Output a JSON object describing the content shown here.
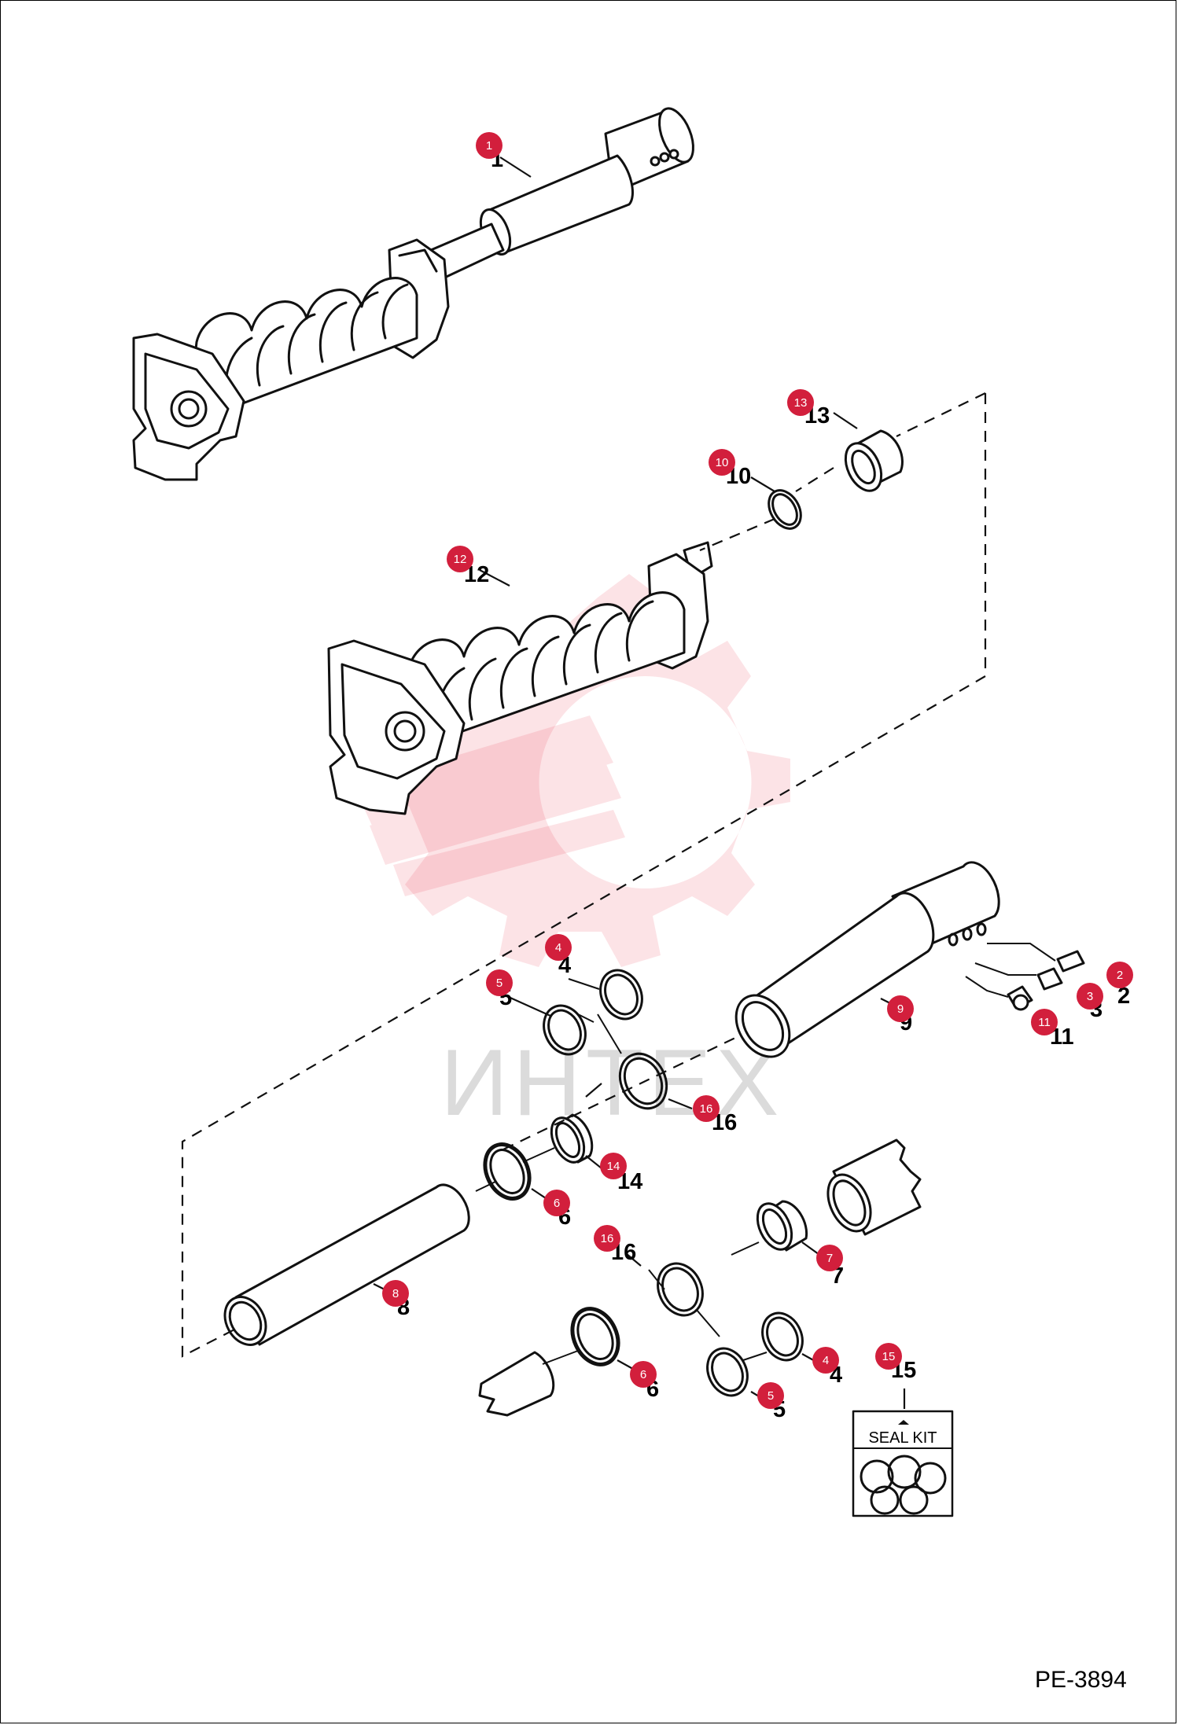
{
  "drawing_code": "PE-3894",
  "watermark": "ИНТЕХ",
  "seal_kit_label": "SEAL KIT",
  "callouts": [
    {
      "id": "c1",
      "num": "1"
    },
    {
      "id": "c2",
      "num": "2"
    },
    {
      "id": "c3",
      "num": "3"
    },
    {
      "id": "c4a",
      "num": "4"
    },
    {
      "id": "c4b",
      "num": "4"
    },
    {
      "id": "c5a",
      "num": "5"
    },
    {
      "id": "c5b",
      "num": "5"
    },
    {
      "id": "c6a",
      "num": "6"
    },
    {
      "id": "c6b",
      "num": "6"
    },
    {
      "id": "c7",
      "num": "7"
    },
    {
      "id": "c8",
      "num": "8"
    },
    {
      "id": "c9",
      "num": "9"
    },
    {
      "id": "c10",
      "num": "10"
    },
    {
      "id": "c11",
      "num": "11"
    },
    {
      "id": "c12",
      "num": "12"
    },
    {
      "id": "c13",
      "num": "13"
    },
    {
      "id": "c14",
      "num": "14"
    },
    {
      "id": "c15",
      "num": "15"
    },
    {
      "id": "c16a",
      "num": "16"
    },
    {
      "id": "c16b",
      "num": "16"
    }
  ]
}
